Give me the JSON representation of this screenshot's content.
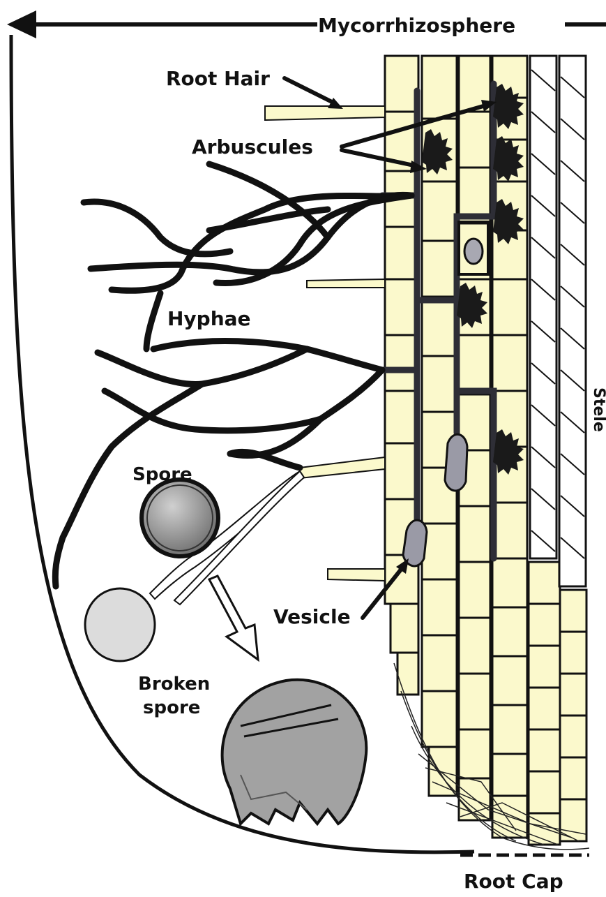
{
  "labels": {
    "mycorrhizosphere": "Mycorrhizosphere",
    "root_hair": "Root Hair",
    "arbuscules": "Arbuscules",
    "hyphae": "Hyphae",
    "spore": "Spore",
    "vesicle": "Vesicle",
    "broken_spore_line1": "Broken",
    "broken_spore_line2": "spore",
    "stele": "Stele",
    "root_cap": "Root Cap"
  },
  "colors": {
    "cell_fill": "#fbf9cc",
    "stroke": "#111111",
    "vesicle_fill": "#9a9aa6",
    "spore_fill": "#8c8c8c",
    "germ_spore_fill": "#dcdcdc",
    "broken_spore_fill": "#9a9a9a"
  }
}
